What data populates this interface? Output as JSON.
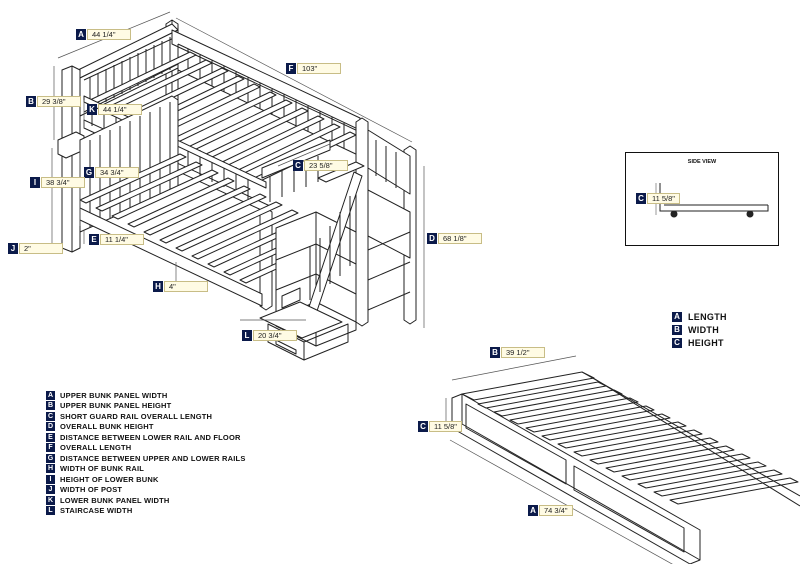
{
  "dimensions": {
    "A": {
      "letter": "A",
      "value": "44 1/4\""
    },
    "F": {
      "letter": "F",
      "value": "103\""
    },
    "B": {
      "letter": "B",
      "value": "29 3/8\""
    },
    "K": {
      "letter": "K",
      "value": "44 1/4\""
    },
    "C": {
      "letter": "C",
      "value": "23 5/8\""
    },
    "G": {
      "letter": "G",
      "value": "34 3/4\""
    },
    "I": {
      "letter": "I",
      "value": "38 3/4\""
    },
    "D": {
      "letter": "D",
      "value": "68 1/8\""
    },
    "E": {
      "letter": "E",
      "value": "11 1/4\""
    },
    "J": {
      "letter": "J",
      "value": "2\""
    },
    "H": {
      "letter": "H",
      "value": "4\""
    },
    "L": {
      "letter": "L",
      "value": "20 3/4\""
    }
  },
  "side_view": {
    "title": "SIDE VIEW",
    "letter": "C",
    "value": "11 5/8\""
  },
  "trundle": {
    "B": {
      "letter": "B",
      "value": "39 1/2\""
    },
    "C": {
      "letter": "C",
      "value": "11 5/8\""
    },
    "A": {
      "letter": "A",
      "value": "74 3/4\""
    }
  },
  "key": [
    {
      "letter": "A",
      "text": "LENGTH"
    },
    {
      "letter": "B",
      "text": "WIDTH"
    },
    {
      "letter": "C",
      "text": "HEIGHT"
    }
  ],
  "legend": [
    {
      "letter": "A",
      "text": "UPPER BUNK PANEL WIDTH"
    },
    {
      "letter": "B",
      "text": "UPPER BUNK PANEL HEIGHT"
    },
    {
      "letter": "C",
      "text": "SHORT GUARD RAIL OVERALL LENGTH"
    },
    {
      "letter": "D",
      "text": "OVERALL BUNK HEIGHT"
    },
    {
      "letter": "E",
      "text": "DISTANCE BETWEEN LOWER RAIL AND FLOOR"
    },
    {
      "letter": "F",
      "text": "OVERALL LENGTH"
    },
    {
      "letter": "G",
      "text": "DISTANCE BETWEEN UPPER AND LOWER RAILS"
    },
    {
      "letter": "H",
      "text": "WIDTH OF BUNK RAIL"
    },
    {
      "letter": "I",
      "text": "HEIGHT OF LOWER BUNK"
    },
    {
      "letter": "J",
      "text": "WIDTH OF POST"
    },
    {
      "letter": "K",
      "text": "LOWER BUNK PANEL WIDTH"
    },
    {
      "letter": "L",
      "text": "STAIRCASE WIDTH"
    }
  ]
}
